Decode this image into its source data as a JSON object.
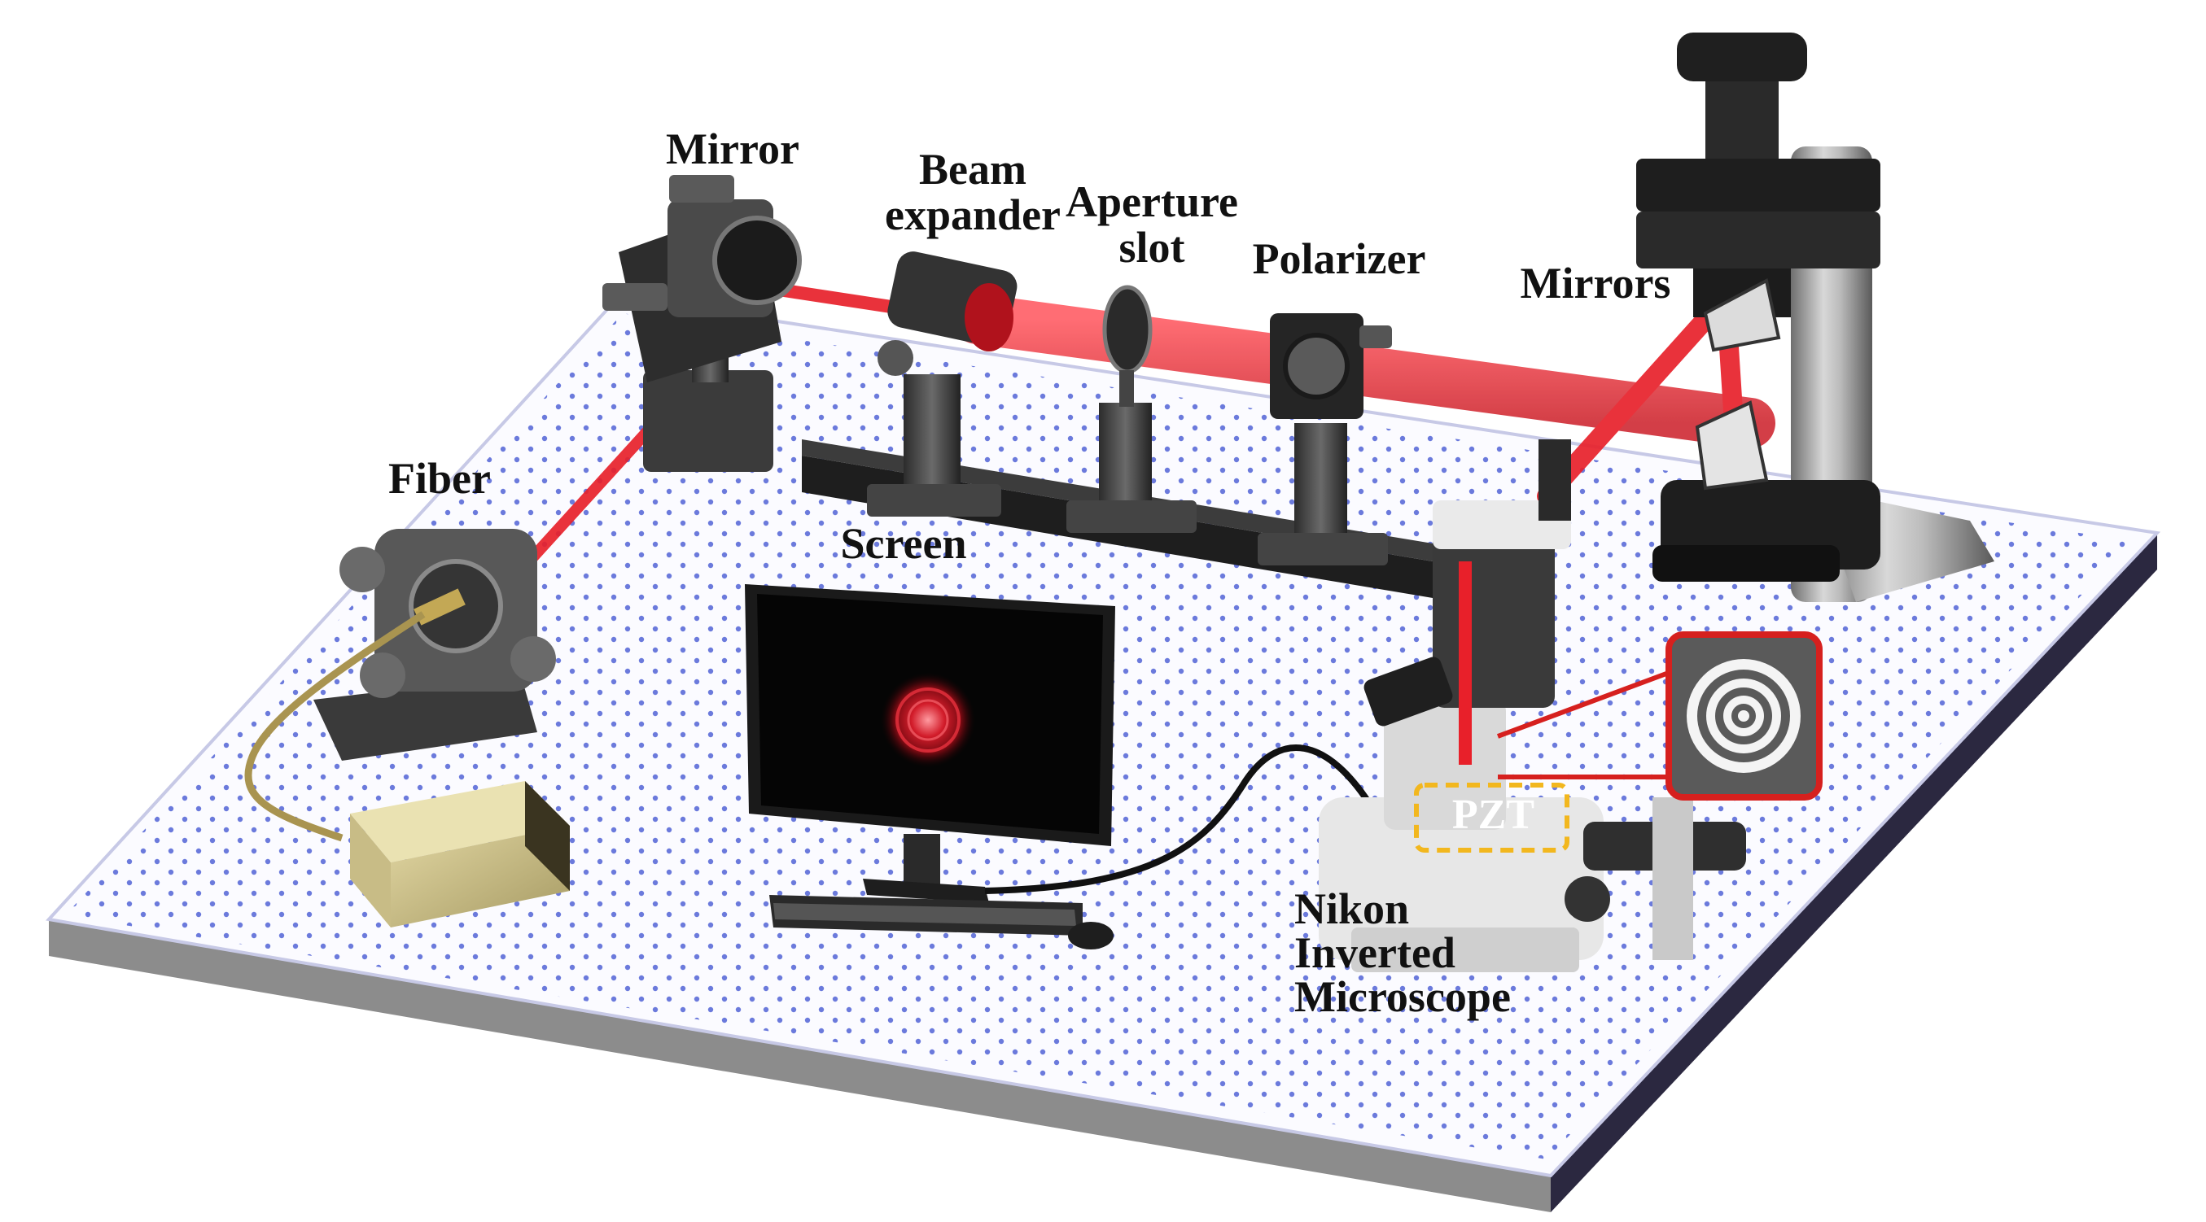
{
  "labels": {
    "mirror": "Mirror",
    "beam_expander": "Beam\nexpander",
    "aperture_slot": "Aperture\nslot",
    "polarizer": "Polarizer",
    "mirrors": "Mirrors",
    "fiber": "Fiber",
    "screen": "Screen",
    "pzt": "PZT",
    "microscope": "Nikon\nInverted\nMicroscope"
  },
  "colors": {
    "laser_beam": "#e8202a",
    "table_dots": "#3a4fd0",
    "pzt_box": "#f2b71e",
    "inset_border": "#d6201e"
  }
}
